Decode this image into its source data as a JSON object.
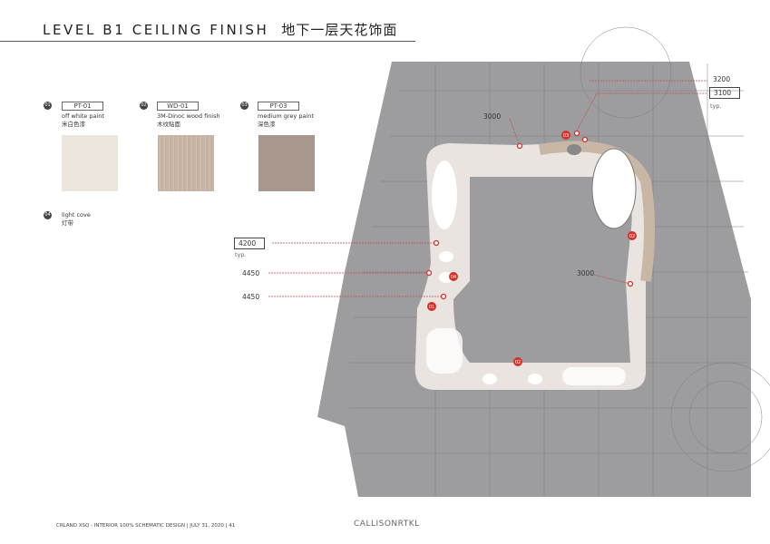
{
  "header": {
    "title": "LEVEL B1 CEILING FINISH",
    "title_cn": "地下一层天花饰面"
  },
  "materials": [
    {
      "num": "01",
      "code": "PT-01",
      "desc": "off white paint",
      "desc_cn": "米白色漆",
      "color": "#ece5dc"
    },
    {
      "num": "02",
      "code": "WD-01",
      "desc": "3M-Dinoc wood finish",
      "desc_cn": "木纹贴面",
      "color": "#c9b5a5"
    },
    {
      "num": "03",
      "code": "PT-03",
      "desc": "medium grey paint",
      "desc_cn": "深色漆",
      "color": "#a8978c"
    },
    {
      "num": "04",
      "desc": "light cove",
      "desc_cn": "灯带"
    }
  ],
  "dimensions": {
    "d3200": "3200",
    "d3100": "3100",
    "typ": "typ.",
    "d3000a": "3000",
    "d3000b": "3000",
    "d4200": "4200",
    "d4450a": "4450",
    "d4450b": "4450"
  },
  "plan_tags": {
    "t01": "01",
    "t02a": "02",
    "t02b": "02",
    "t03": "03",
    "t04": "04"
  },
  "footer": {
    "text": "CRLAND XSQ - INTERIOR 100% SCHEMATIC DESIGN  |  JULY 31, 2020 |  41",
    "logo": "CALLISONRTKL"
  },
  "colors": {
    "plan": "#9d9d9f",
    "ceiling": "#e9e4df",
    "wood": "#c9b7a5",
    "marker": "#d4312a"
  }
}
